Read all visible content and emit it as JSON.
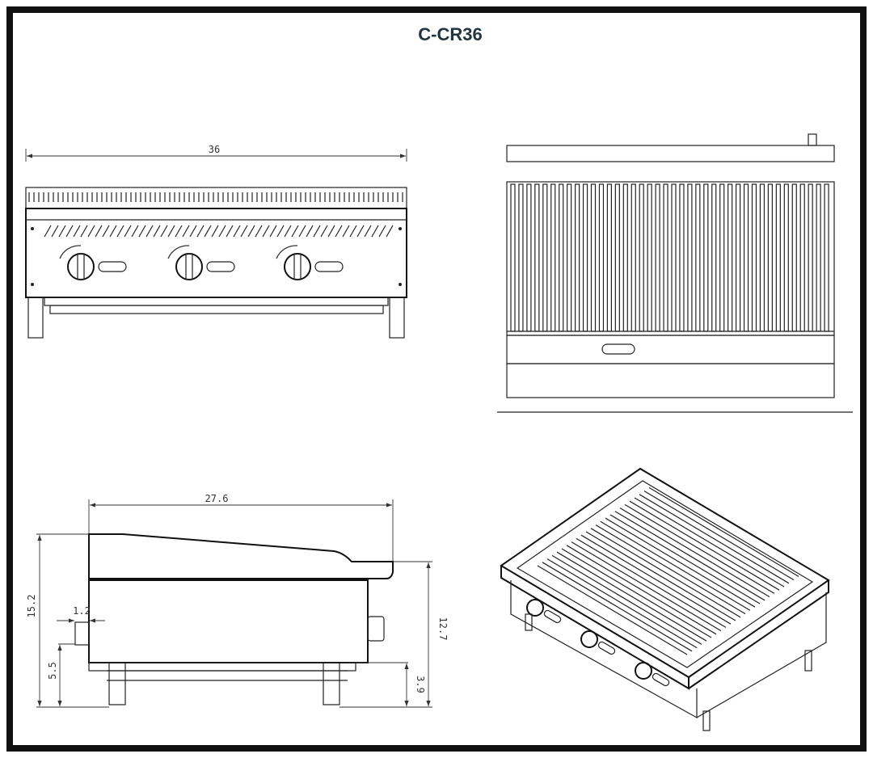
{
  "title": "C-CR36",
  "dimensions": {
    "front_width": "36",
    "side_depth": "27.6",
    "total_height": "15.2",
    "knob_depth": "1.2",
    "gas_inlet_height": "5.5",
    "front_height": "12.7",
    "leg_height": "3.9"
  },
  "views": {
    "front": {
      "knob_count": 3
    },
    "top": {
      "grate_bars": 40
    },
    "isometric": {
      "knob_count": 3
    }
  }
}
